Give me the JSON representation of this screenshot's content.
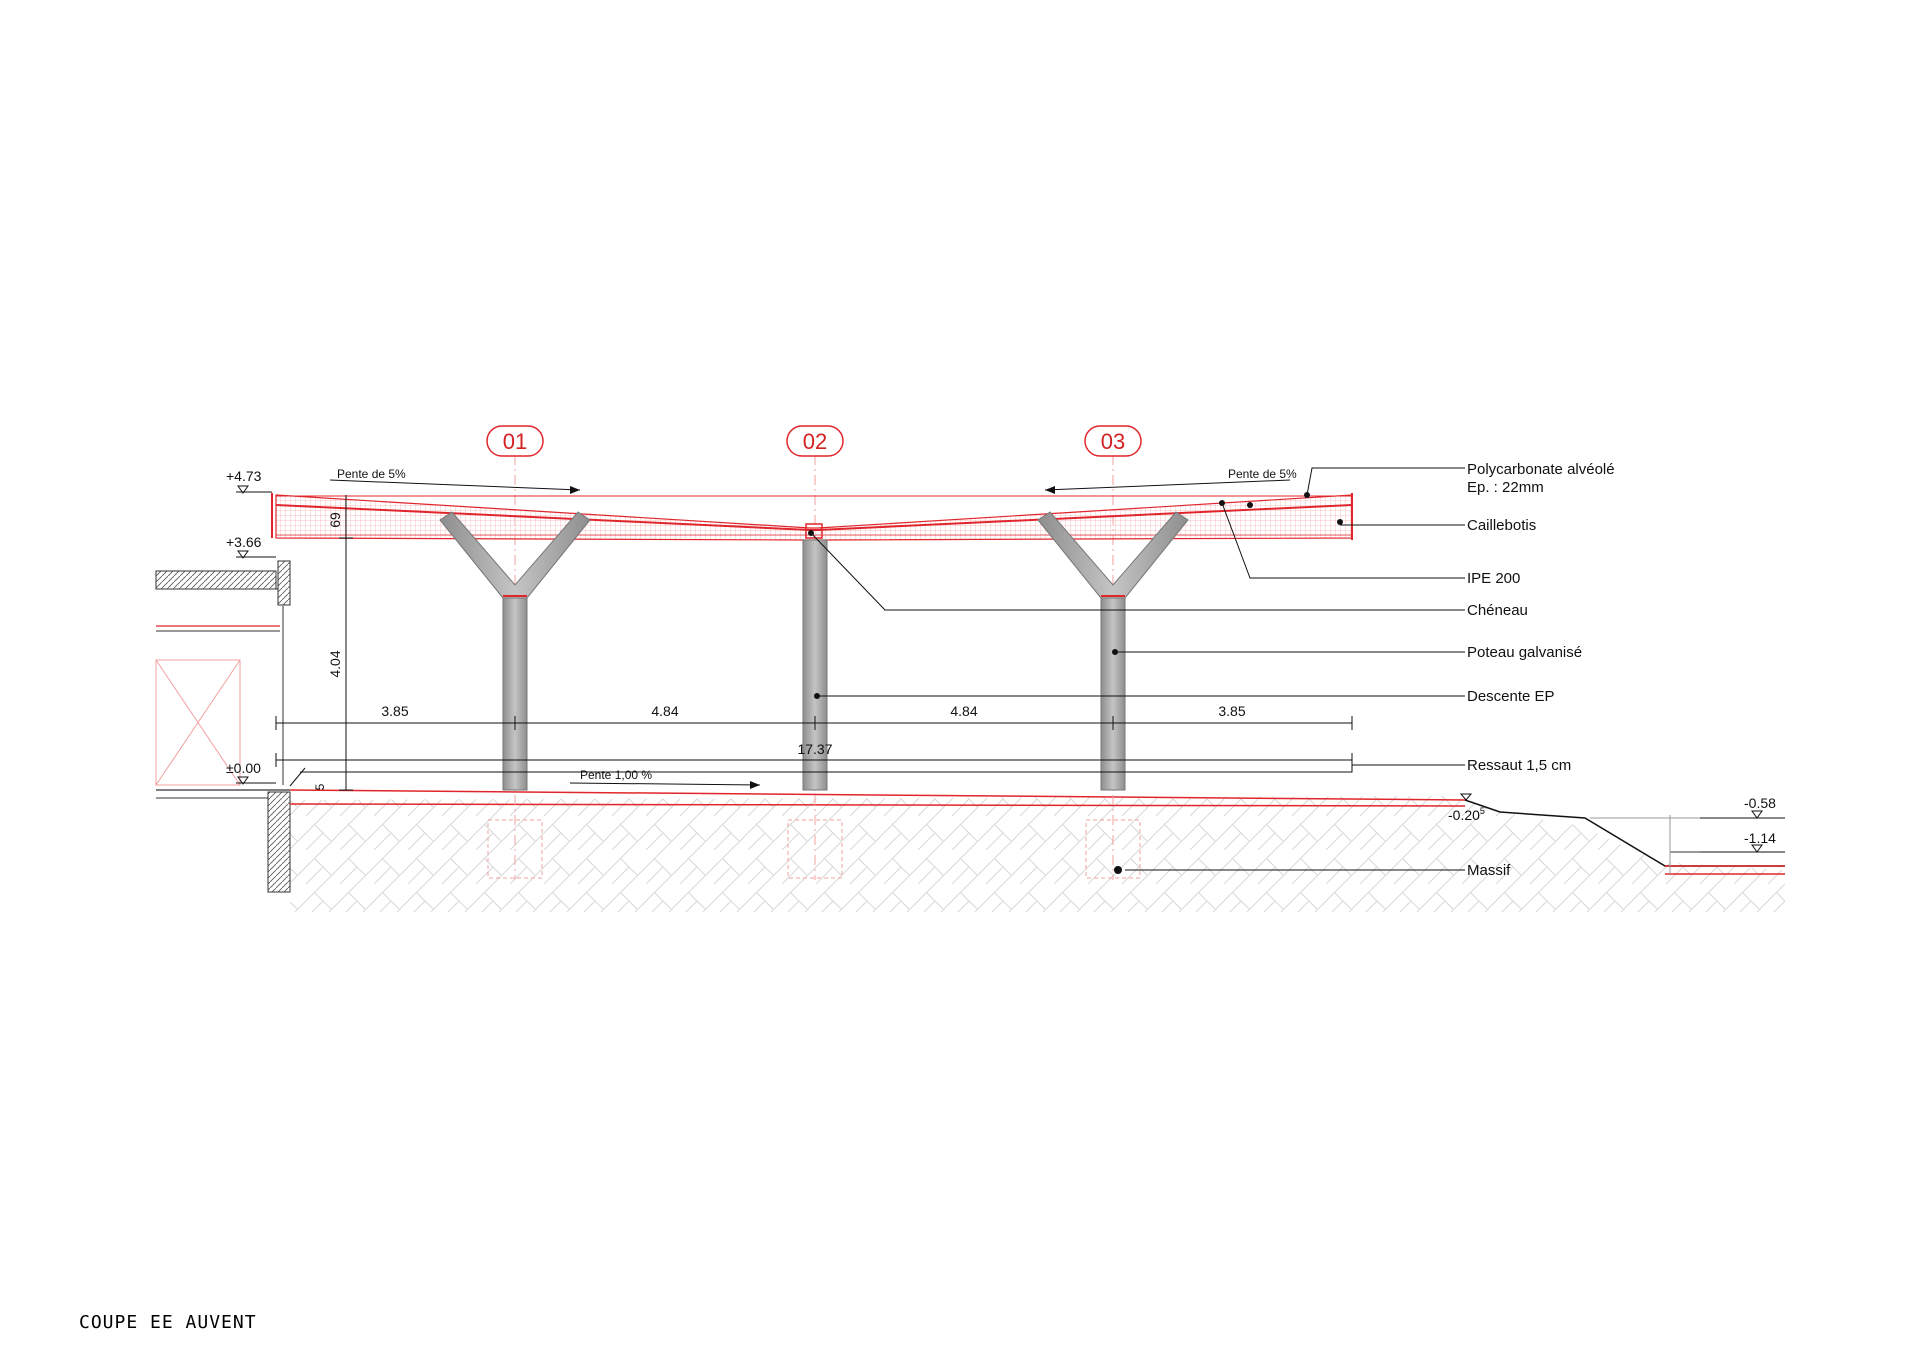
{
  "caption": "COUPE EE AUVENT",
  "colors": {
    "accent": "#e0262c",
    "column": "#a8a8a8",
    "line": "#111111"
  },
  "grid_axes": [
    "01",
    "02",
    "03"
  ],
  "levels": {
    "roof_top": "+4.73",
    "upper_floor": "+3.66",
    "ground": "±0.00",
    "edge": "-0.20",
    "edge_sup": "5",
    "lower_1": "-0.58",
    "lower_2": "-1.14"
  },
  "slopes": {
    "roof_left": "Pente de 5%",
    "roof_right": "Pente de 5%",
    "ground": "Pente 1,00 %"
  },
  "dimensions": {
    "span_1": "3.85",
    "span_2": "4.84",
    "span_3": "4.84",
    "span_4": "3.85",
    "total": "17.37",
    "height": "4.04",
    "roof_depth": "69",
    "small": "5"
  },
  "annotations": {
    "polycarbonate_1": "Polycarbonate alvéolé",
    "polycarbonate_2": "Ep. : 22mm",
    "caillebotis": "Caillebotis",
    "ipe": "IPE 200",
    "cheneau": "Chéneau",
    "poteau": "Poteau galvanisé",
    "descente": "Descente EP",
    "ressaut": "Ressaut 1,5 cm",
    "massif": "Massif"
  }
}
